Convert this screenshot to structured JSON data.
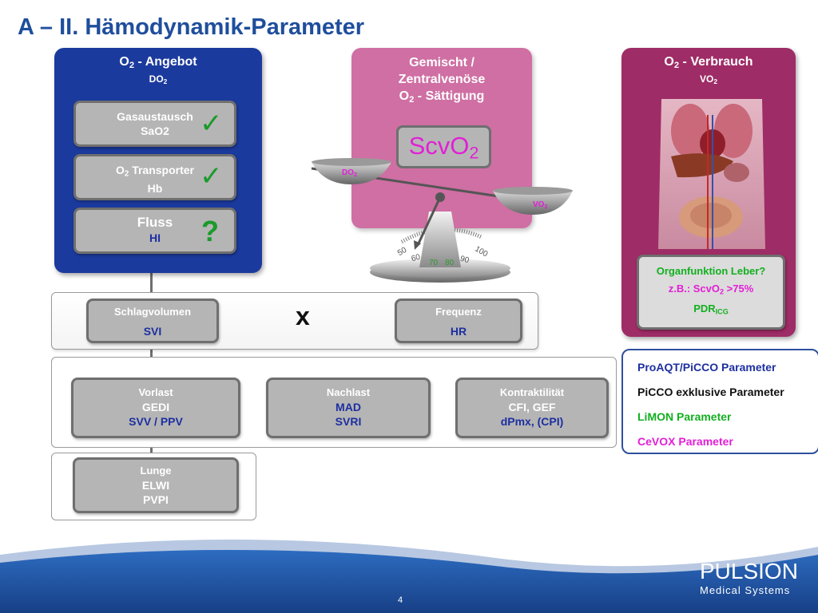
{
  "title": "A – II. Hämodynamik-Parameter",
  "left_panel": {
    "heading_prefix": "O",
    "heading_sub": "2",
    "heading_suffix": " - Angebot",
    "sub_prefix": "DO",
    "sub_sub": "2",
    "box1_line1": "Gasaustausch",
    "box1_line2": "SaO2",
    "box2_prefix": "O",
    "box2_sub": "2",
    "box2_suffix": " Transporter",
    "box2_line2": "Hb",
    "box3_line1": "Fluss",
    "box3_line2": "HI",
    "check1": "✓",
    "check2": "✓",
    "question": "?"
  },
  "center_panel": {
    "line1": "Gemischt /",
    "line2": "Zentralvenöse",
    "line3_prefix": "O",
    "line3_sub": "2",
    "line3_suffix": " - Sättigung",
    "scv_main": "ScvO",
    "scv_sub": "2",
    "do_label": "DO",
    "do_sub": "2",
    "vo_label": "VO",
    "vo_sub": "2",
    "gauge_ticks": [
      "50",
      "60",
      "70",
      "80",
      "90",
      "100"
    ]
  },
  "right_panel": {
    "heading_prefix": "O",
    "heading_sub": "2",
    "heading_suffix": " - Verbrauch",
    "sub_prefix": "VO",
    "sub_sub": "2",
    "organ_line1": "Organfunktion Leber?",
    "organ_line2_prefix": "z.B.: ScvO",
    "organ_line2_sub": "2",
    "organ_line2_suffix": " >75%",
    "organ_line3_prefix": "PDR",
    "organ_line3_sub": "ICG"
  },
  "row1": {
    "schlag_label": "Schlagvolumen",
    "schlag_value": "SVI",
    "x_symbol": "x",
    "freq_label": "Frequenz",
    "freq_value": "HR"
  },
  "row2": {
    "vorlast_label": "Vorlast",
    "vorlast_v1": "GEDI",
    "vorlast_v2": "SVV / PPV",
    "nachlast_label": "Nachlast",
    "nachlast_v1": "MAD",
    "nachlast_v2": "SVRI",
    "kontr_label": "Kontraktilität",
    "kontr_v1": "CFI, GEF",
    "kontr_v2": "dPmx, (CPI)"
  },
  "row3": {
    "lunge_label": "Lunge",
    "lunge_v1": "ELWI",
    "lunge_v2": "PVPI"
  },
  "legend": {
    "items": [
      {
        "text": "ProAQT/PiCCO Parameter",
        "color": "#1d2fa0"
      },
      {
        "text": "PiCCO exklusive Parameter",
        "color": "#111111"
      },
      {
        "text": "LiMON Parameter",
        "color": "#12b020"
      },
      {
        "text": "CeVOX Parameter",
        "color": "#e21fd6"
      }
    ]
  },
  "footer": {
    "page_number": "4",
    "logo_main": "PULSION",
    "logo_sub": "Medical Systems"
  },
  "colors": {
    "title": "#1f4e9c",
    "left_panel": "#1b3a9e",
    "center_panel": "#cf6fa3",
    "right_panel": "#9e2c66",
    "check": "#1a9a2a",
    "cevox": "#e21fd6",
    "footer": "#1e50a0"
  }
}
